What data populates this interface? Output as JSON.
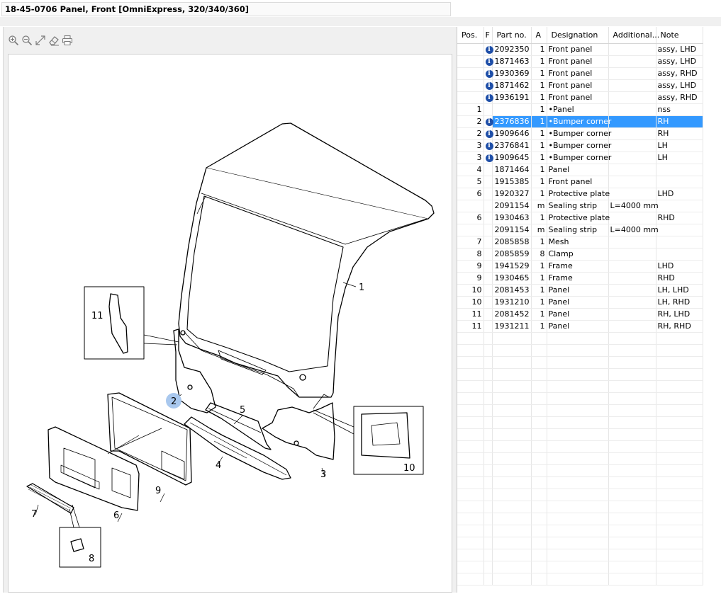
{
  "title": "18-45-0706 Panel, Front [OmniExpress, 320/340/360]",
  "toolbar": {
    "icons": [
      "zoom-in-icon",
      "zoom-out-icon",
      "fit-icon",
      "eraser-icon",
      "print-icon"
    ]
  },
  "diagram": {
    "callouts": [
      "1",
      "2",
      "3",
      "4",
      "5",
      "6",
      "7",
      "8",
      "9",
      "10",
      "11"
    ],
    "highlighted_callout": "2"
  },
  "table": {
    "columns": [
      "Pos.",
      "F",
      "Part no.",
      "A",
      "Designation",
      "Additional...",
      "Note"
    ],
    "rows": [
      {
        "pos": "",
        "info": true,
        "part": "2092350",
        "a": "1",
        "designation": "Front panel",
        "additional": "",
        "note": "assy, LHD"
      },
      {
        "pos": "",
        "info": true,
        "part": "1871463",
        "a": "1",
        "designation": "Front panel",
        "additional": "",
        "note": "assy, LHD"
      },
      {
        "pos": "",
        "info": true,
        "part": "1930369",
        "a": "1",
        "designation": "Front panel",
        "additional": "",
        "note": "assy, RHD"
      },
      {
        "pos": "",
        "info": true,
        "part": "1871462",
        "a": "1",
        "designation": "Front panel",
        "additional": "",
        "note": "assy, LHD"
      },
      {
        "pos": "",
        "info": true,
        "part": "1936191",
        "a": "1",
        "designation": "Front panel",
        "additional": "",
        "note": "assy, RHD"
      },
      {
        "pos": "1",
        "info": false,
        "part": "",
        "a": "1",
        "designation": "•Panel",
        "additional": "",
        "note": "nss"
      },
      {
        "pos": "2",
        "info": true,
        "part": "2376836",
        "a": "1",
        "designation": "•Bumper corner",
        "additional": "",
        "note": "RH",
        "selected": true
      },
      {
        "pos": "2",
        "info": true,
        "part": "1909646",
        "a": "1",
        "designation": "•Bumper corner",
        "additional": "",
        "note": "RH"
      },
      {
        "pos": "3",
        "info": true,
        "part": "2376841",
        "a": "1",
        "designation": "•Bumper corner",
        "additional": "",
        "note": "LH"
      },
      {
        "pos": "3",
        "info": true,
        "part": "1909645",
        "a": "1",
        "designation": "•Bumper corner",
        "additional": "",
        "note": "LH"
      },
      {
        "pos": "4",
        "info": false,
        "part": "1871464",
        "a": "1",
        "designation": "Panel",
        "additional": "",
        "note": ""
      },
      {
        "pos": "5",
        "info": false,
        "part": "1915385",
        "a": "1",
        "designation": "Front panel",
        "additional": "",
        "note": ""
      },
      {
        "pos": "6",
        "info": false,
        "part": "1920327",
        "a": "1",
        "designation": "Protective plate",
        "additional": "",
        "note": "LHD"
      },
      {
        "pos": "",
        "info": false,
        "part": "2091154",
        "a": "m",
        "designation": "Sealing strip",
        "additional": "L=4000 mm",
        "note": ""
      },
      {
        "pos": "6",
        "info": false,
        "part": "1930463",
        "a": "1",
        "designation": "Protective plate",
        "additional": "",
        "note": "RHD"
      },
      {
        "pos": "",
        "info": false,
        "part": "2091154",
        "a": "m",
        "designation": "Sealing strip",
        "additional": "L=4000 mm",
        "note": ""
      },
      {
        "pos": "7",
        "info": false,
        "part": "2085858",
        "a": "1",
        "designation": "Mesh",
        "additional": "",
        "note": ""
      },
      {
        "pos": "8",
        "info": false,
        "part": "2085859",
        "a": "8",
        "designation": "Clamp",
        "additional": "",
        "note": ""
      },
      {
        "pos": "9",
        "info": false,
        "part": "1941529",
        "a": "1",
        "designation": "Frame",
        "additional": "",
        "note": "LHD"
      },
      {
        "pos": "9",
        "info": false,
        "part": "1930465",
        "a": "1",
        "designation": "Frame",
        "additional": "",
        "note": "RHD"
      },
      {
        "pos": "10",
        "info": false,
        "part": "2081453",
        "a": "1",
        "designation": "Panel",
        "additional": "",
        "note": "LH, LHD"
      },
      {
        "pos": "10",
        "info": false,
        "part": "1931210",
        "a": "1",
        "designation": "Panel",
        "additional": "",
        "note": "LH, RHD"
      },
      {
        "pos": "11",
        "info": false,
        "part": "2081452",
        "a": "1",
        "designation": "Panel",
        "additional": "",
        "note": "RH, LHD"
      },
      {
        "pos": "11",
        "info": false,
        "part": "1931211",
        "a": "1",
        "designation": "Panel",
        "additional": "",
        "note": "RH, RHD"
      }
    ],
    "empty_rows": 21
  },
  "colors": {
    "selection": "#3399ff",
    "callout_highlight": "#a9c8ee",
    "info_icon": "#1f4fa8"
  }
}
